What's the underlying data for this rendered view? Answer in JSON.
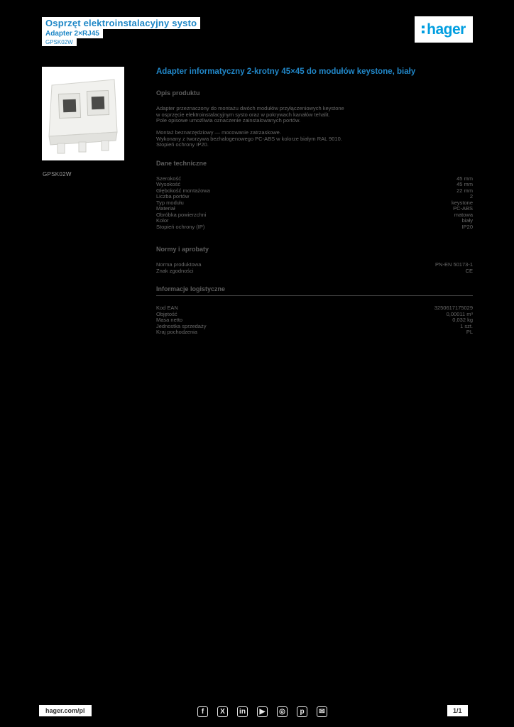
{
  "page": {
    "background": "#000000",
    "accent_blue": "#1c86c6",
    "logo_blue": "#009ee0",
    "text_gray": "#6a6a6a"
  },
  "header": {
    "category_line": "Osprzęt elektroinstalacyjny systo",
    "product_line": "Adapter 2×RJ45",
    "reference_line": "GPSK02W",
    "logo_text": "hager"
  },
  "product": {
    "reference": "GPSK02W",
    "title": "Adapter informatyczny 2-krotny 45×45 do modułów keystone, biały"
  },
  "sections": [
    {
      "heading": "Opis produktu",
      "type": "lines",
      "lines": [
        "Adapter przeznaczony do montażu dwóch modułów przyłączeniowych keystone",
        "w osprzęcie elektroinstalacyjnym systo oraz w pokrywach kanałów tehalit.",
        "Pole opisowe umożliwia oznaczenie zainstalowanych portów.",
        "",
        "Montaż beznarzędziowy — mocowanie zatrzaskowe.",
        "Wykonany z tworzywa bezhalogenowego PC-ABS w kolorze białym RAL 9010.",
        "Stopień ochrony IP20."
      ]
    },
    {
      "heading": "Dane techniczne",
      "type": "table",
      "rows": [
        {
          "label": "Szerokość",
          "value": "45 mm"
        },
        {
          "label": "Wysokość",
          "value": "45 mm"
        },
        {
          "label": "Głębokość montażowa",
          "value": "22 mm"
        },
        {
          "label": "Liczba portów",
          "value": "2"
        },
        {
          "label": "Typ modułu",
          "value": "keystone"
        },
        {
          "label": "Materiał",
          "value": "PC-ABS"
        },
        {
          "label": "Obróbka powierzchni",
          "value": "matowa"
        },
        {
          "label": "Kolor",
          "value": "biały"
        },
        {
          "label": "Stopień ochrony (IP)",
          "value": "IP20"
        }
      ]
    },
    {
      "heading": "Normy i aprobaty",
      "type": "table",
      "rows": [
        {
          "label": "Norma produktowa",
          "value": "PN-EN 50173-1"
        },
        {
          "label": "Znak zgodności",
          "value": "CE"
        }
      ]
    },
    {
      "heading": "Informacje logistyczne",
      "type": "table",
      "ruled": true,
      "rows": [
        {
          "label": "Kod EAN",
          "value": "3250617175029"
        },
        {
          "label": "Objętość",
          "value": "0,00011 m³"
        },
        {
          "label": "Masa netto",
          "value": "0,032 kg"
        },
        {
          "label": "Jednostka sprzedaży",
          "value": "1 szt."
        },
        {
          "label": "Kraj pochodzenia",
          "value": "PL"
        }
      ]
    }
  ],
  "footer": {
    "website": "hager.com/pl",
    "social": [
      {
        "name": "facebook-icon",
        "glyph": "f"
      },
      {
        "name": "x-icon",
        "glyph": "X"
      },
      {
        "name": "linkedin-icon",
        "glyph": "in"
      },
      {
        "name": "youtube-icon",
        "glyph": "▶"
      },
      {
        "name": "instagram-icon",
        "glyph": "◎"
      },
      {
        "name": "pinterest-icon",
        "glyph": "p"
      },
      {
        "name": "mail-icon",
        "glyph": "✉"
      }
    ],
    "page_label": "1/1"
  }
}
